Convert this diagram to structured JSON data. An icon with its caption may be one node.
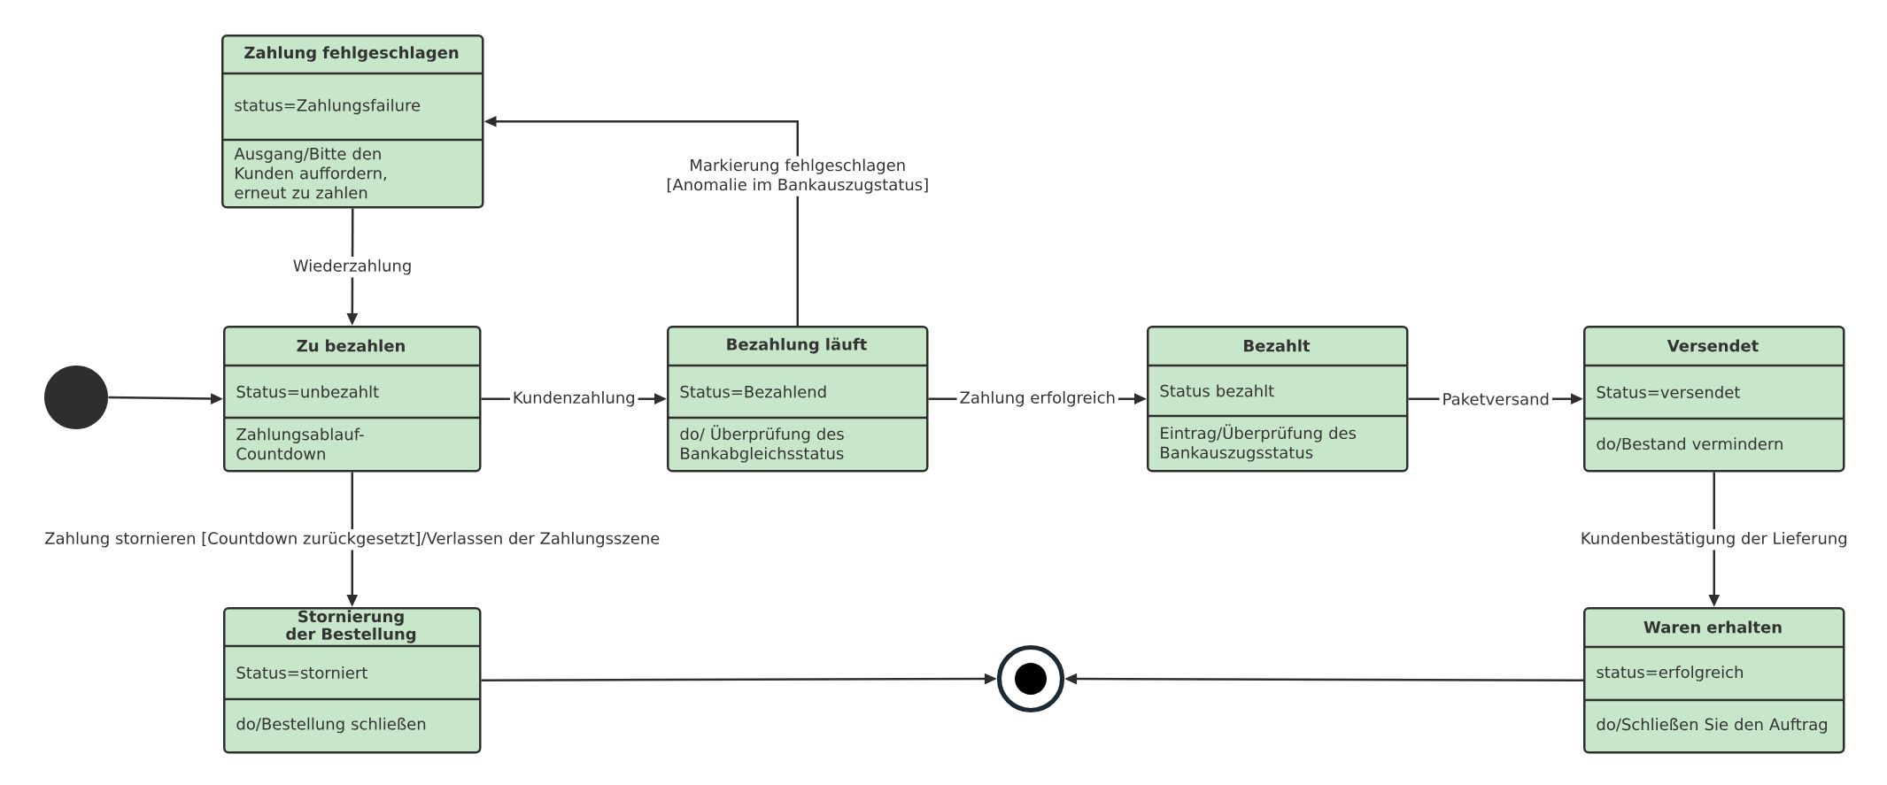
{
  "diagram": {
    "nodes": [
      {
        "text": [
          "Zahlung fehlgeschlagen",
          "status=Zahlungsfailure",
          "Ausgang/Bitte den Kunden auffordern, erneut zu zahlen"
        ]
      },
      {
        "text": [],
        "shape": "circle"
      },
      {
        "text": [
          "Zu bezahlen",
          "Status=unbezahlt",
          "Zahlungsablauf-Countdown"
        ]
      },
      {
        "text": [
          "Bezahlung läuft",
          "Status=Bezahlend",
          "do/ Überprüfung des Bankabgleichsstatus"
        ]
      },
      {
        "text": [
          "Bezahlt",
          "Status bezahlt",
          "Eintrag/Überprüfung des Bankauszugsstatus"
        ]
      },
      {
        "text": [
          "Versendet",
          "Status=versendet",
          "do/Bestand vermindern"
        ]
      },
      {
        "text": [
          "Stornierung der Bestellung",
          "Status=storniert",
          "do/Bestellung schließen"
        ]
      },
      {
        "text": [],
        "shape": "bullseye"
      },
      {
        "text": [
          "Waren erhalten",
          "status=erfolgreich",
          "do/Schließen Sie den Auftrag"
        ]
      }
    ],
    "edges": [
      {
        "from": 1,
        "to": 2,
        "arrow": "to"
      },
      {
        "from": 2,
        "to": 3,
        "arrow": "to",
        "label": "Kundenzahlung"
      },
      {
        "from": 3,
        "to": 4,
        "arrow": "to",
        "label": "Zahlung erfolgreich"
      },
      {
        "from": 4,
        "to": 5,
        "arrow": "to",
        "label": "Paketversand"
      },
      {
        "from": 5,
        "to": 8,
        "arrow": "to",
        "label": "Kundenbestätigung der Lieferung"
      },
      {
        "from": 8,
        "to": 7,
        "arrow": "to"
      },
      {
        "from": 6,
        "to": 7,
        "arrow": "to"
      },
      {
        "from": 2,
        "to": 6,
        "arrow": "to",
        "label": "Zahlung stornieren [Countdown zurückgesetzt]/Verlassen der Zahlungsszene"
      },
      {
        "from": 3,
        "to": 0,
        "arrow": "to",
        "label": "Markierung fehlgeschlagen [Anomalie im Bankauszugstatus]"
      },
      {
        "from": 0,
        "to": 2,
        "arrow": "to",
        "label": "Wiederzahlung"
      }
    ]
  }
}
